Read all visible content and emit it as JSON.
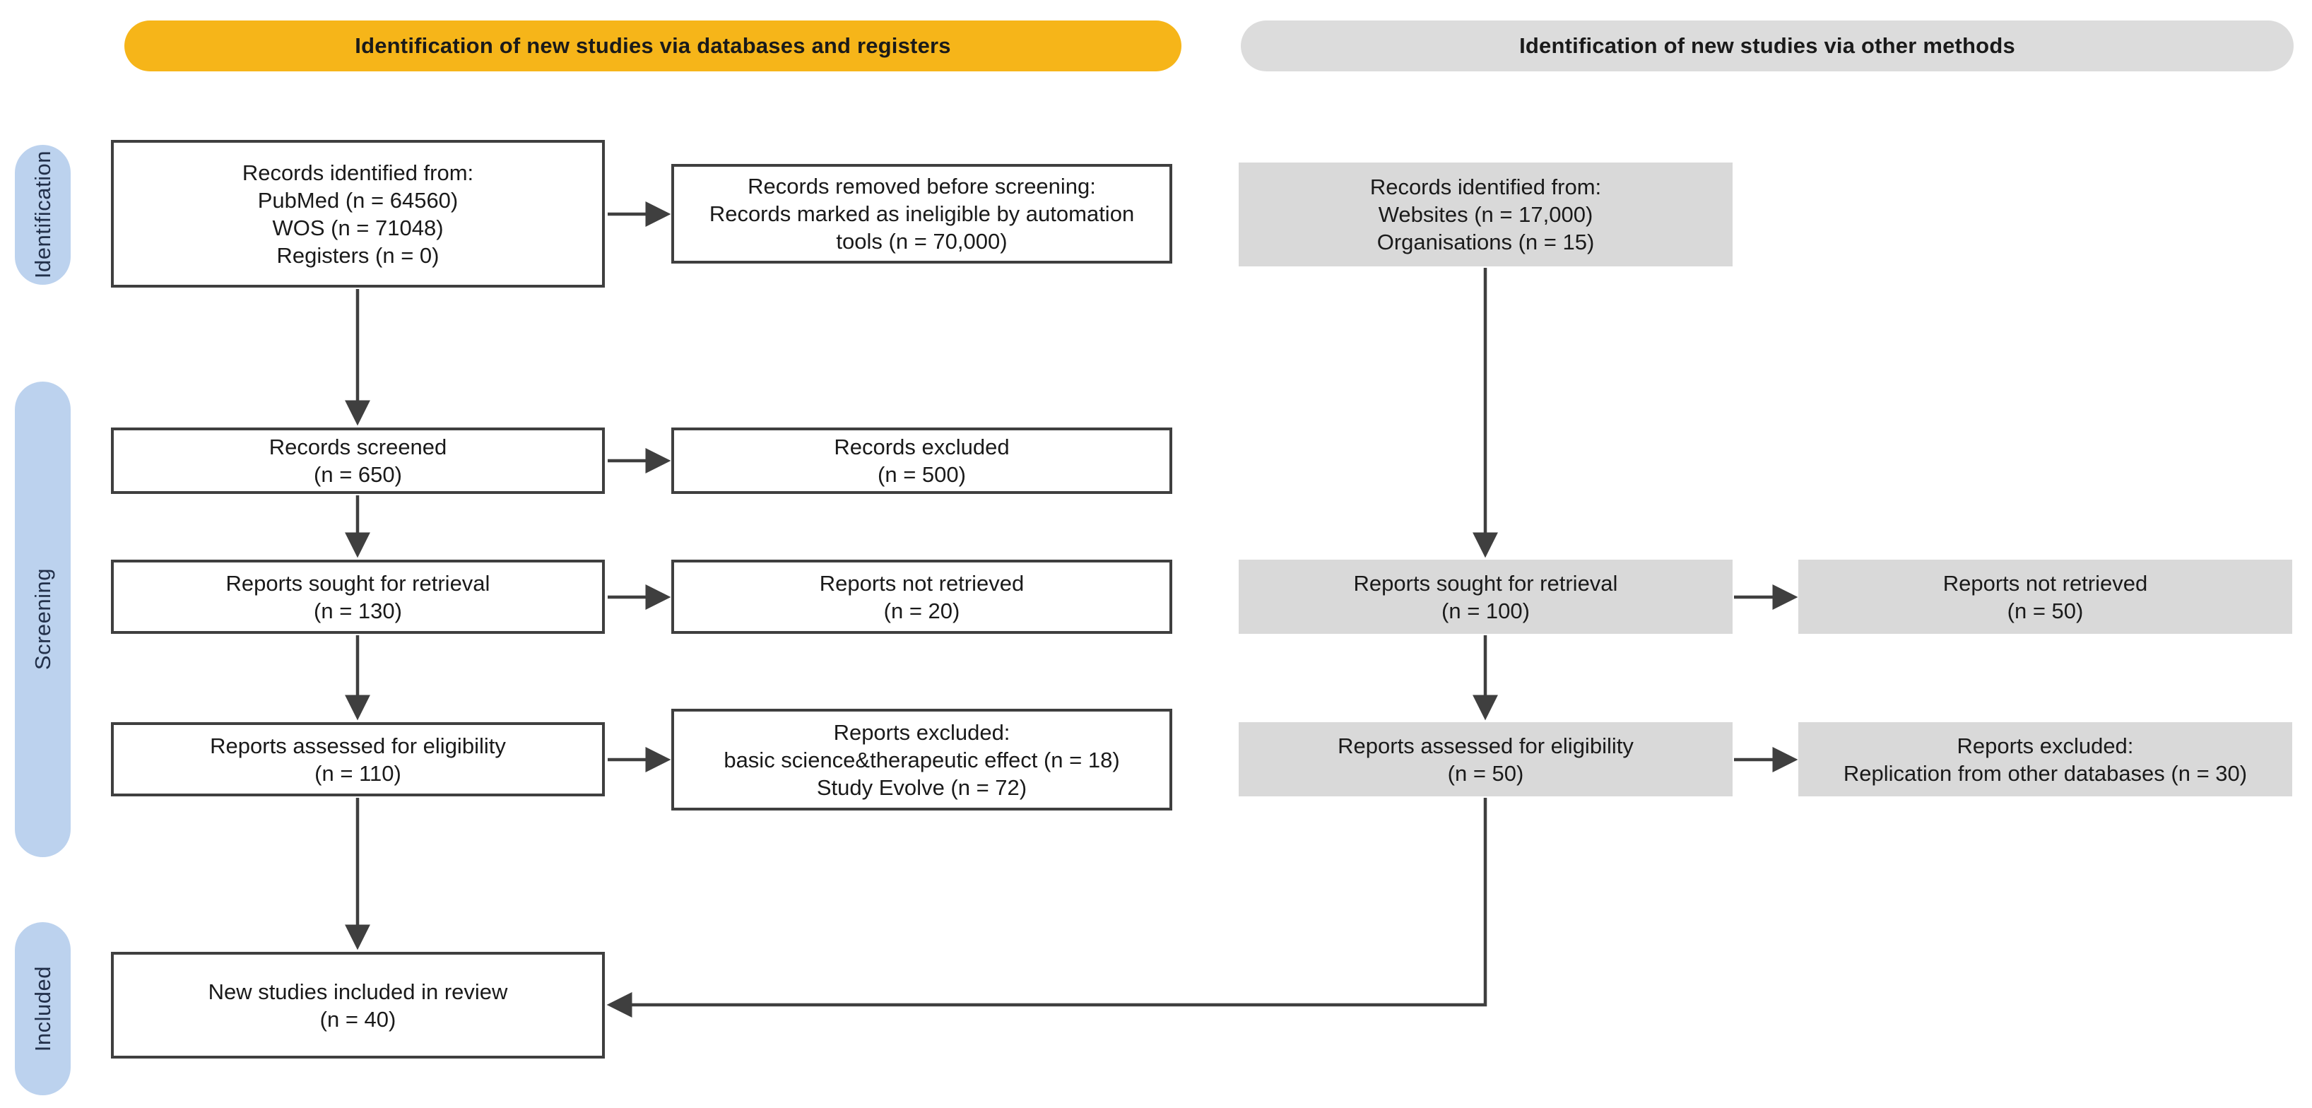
{
  "banners": {
    "databases": "Identification of new studies via databases and registers",
    "other_methods": "Identification of new studies via other methods"
  },
  "stages": {
    "identification": "Identification",
    "screening": "Screening",
    "included": "Included"
  },
  "boxes": {
    "db_identified": "Records identified from:\nPubMed (n =  64560)\nWOS (n =  71048)\nRegisters (n = 0)",
    "db_removed": "Records removed before screening:\nRecords marked as ineligible by automation\ntools (n = 70,000)",
    "db_screened": "Records screened\n(n = 650)",
    "db_excluded": "Records excluded\n(n = 500)",
    "db_sought": "Reports sought for retrieval\n(n = 130)",
    "db_not_retrieved": "Reports not retrieved\n(n = 20)",
    "db_assessed": "Reports assessed for eligibility\n(n = 110)",
    "db_reports_excluded": "Reports excluded:\nbasic science&therapeutic effect (n =  18)\nStudy Evolve (n =  72)",
    "included_review": "New studies included in review\n(n = 40)",
    "om_identified": "Records identified from:\nWebsites (n = 17,000)\nOrganisations (n = 15)",
    "om_sought": "Reports sought for retrieval\n(n = 100)",
    "om_not_retrieved": "Reports not retrieved\n(n = 50)",
    "om_assessed": "Reports assessed for eligibility\n(n = 50)",
    "om_reports_excluded": "Reports excluded:\nReplication from other databases (n =  30)"
  },
  "colors": {
    "banner_yellow": "#F6B519",
    "banner_gray": "#DCDCDC",
    "box_gray": "#D9D9D9",
    "stage_blue": "#BCD2EE",
    "line": "#3F3F3F",
    "text": "#1A1A1A"
  }
}
